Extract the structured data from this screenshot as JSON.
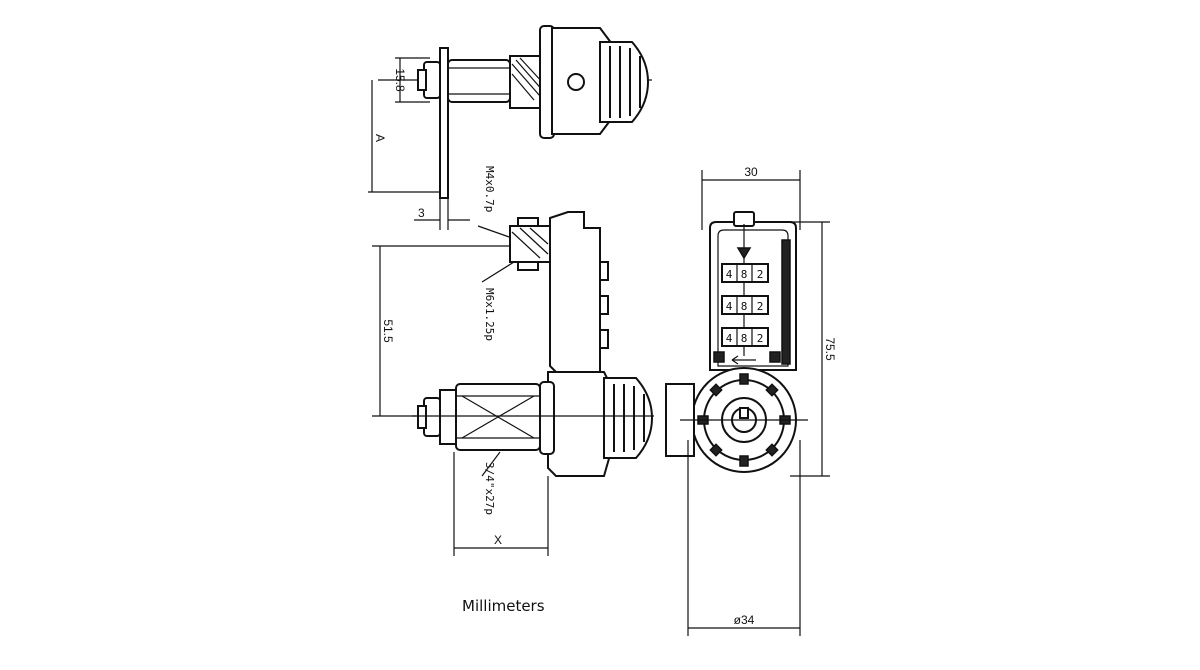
{
  "dimensions": {
    "top_height": "15.8",
    "top_a": "A",
    "plate_thickness": "3",
    "thread_small": "M4x0.7p",
    "thread_medium": "M6x1.25p",
    "center_distance": "51.5",
    "thread_large": "3/4\"x27p",
    "length_x": "X",
    "width": "30",
    "height": "75.5",
    "diameter": "ø34"
  },
  "dial_digits": {
    "row1": [
      "4",
      "8",
      "2"
    ],
    "row2": [
      "4",
      "8",
      "2"
    ],
    "row3": [
      "4",
      "8",
      "2"
    ]
  },
  "caption": "Millimeters"
}
